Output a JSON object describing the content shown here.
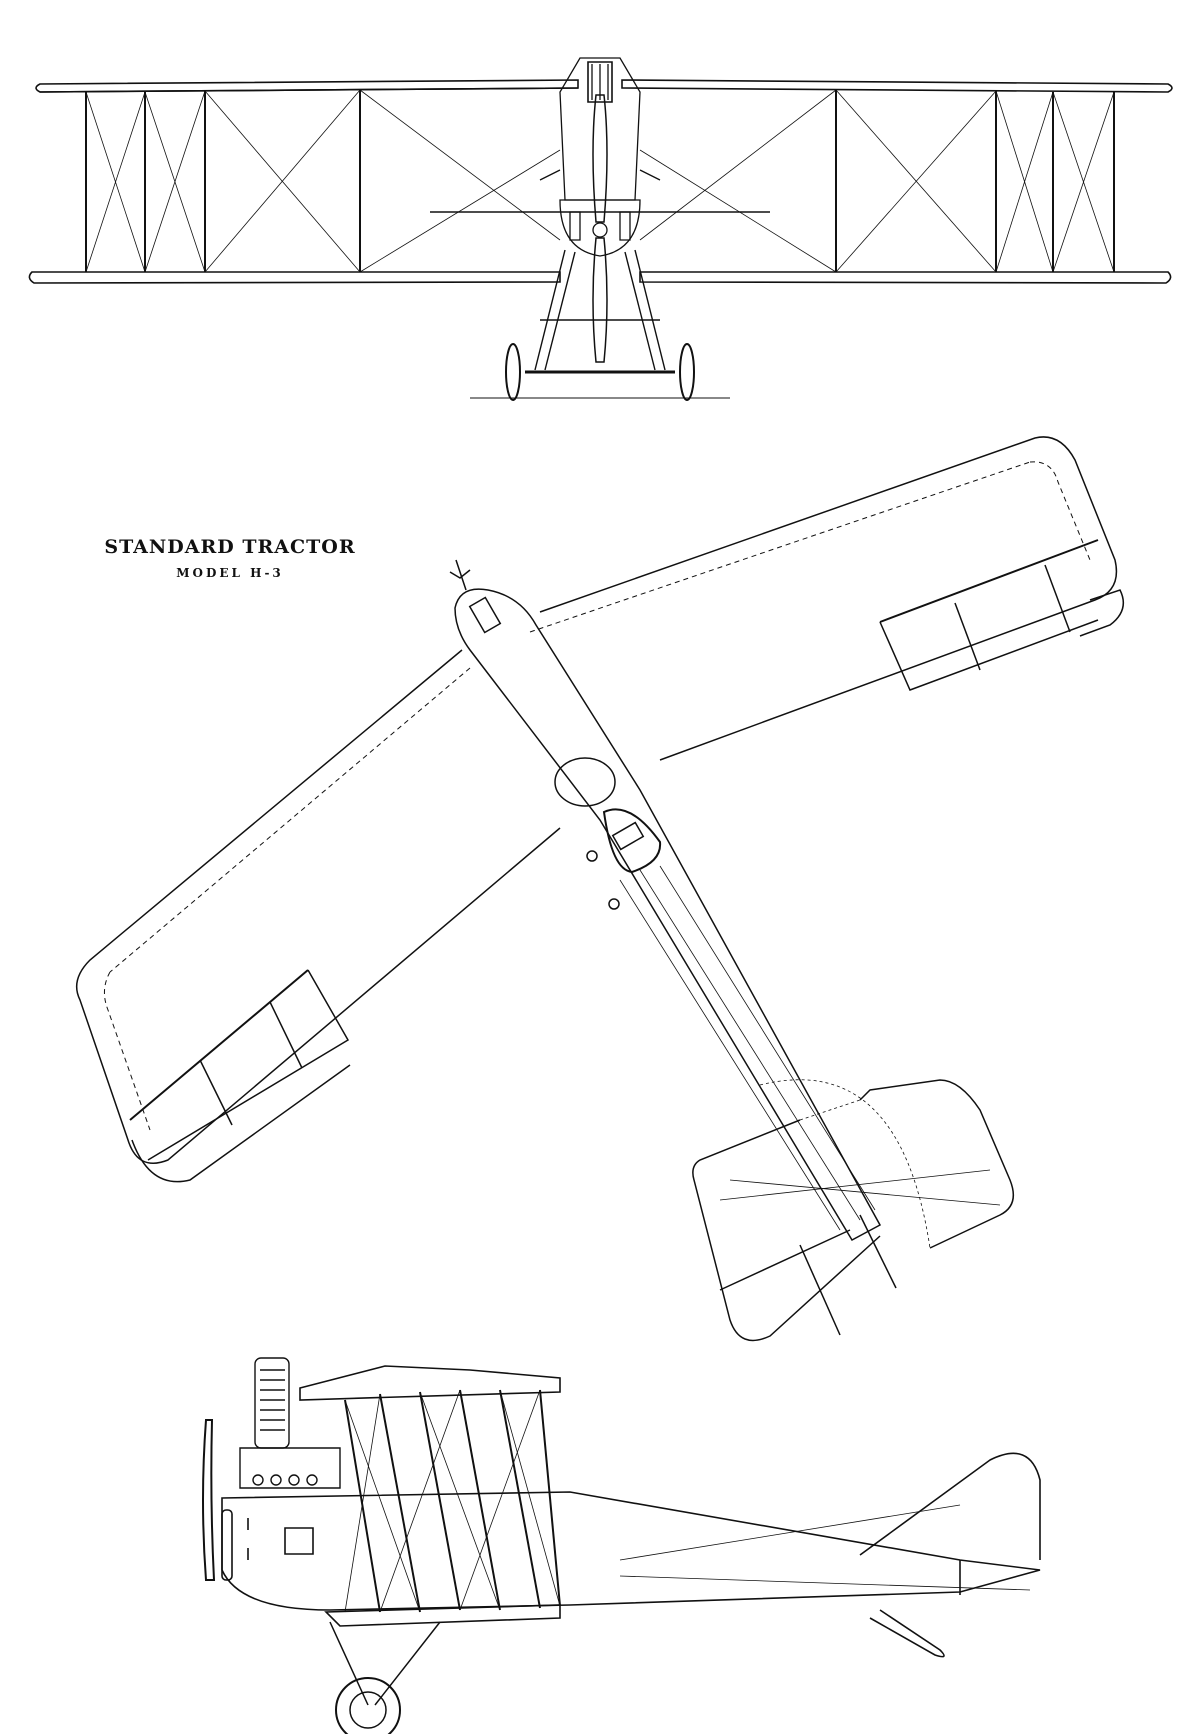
{
  "drawing": {
    "title": "STANDARD TRACTOR",
    "subtitle": "MODEL H-3"
  },
  "views": [
    {
      "id": "front-view"
    },
    {
      "id": "plan-view"
    },
    {
      "id": "side-view"
    }
  ],
  "colors": {
    "ink": "#111111",
    "paper": "#ffffff"
  }
}
